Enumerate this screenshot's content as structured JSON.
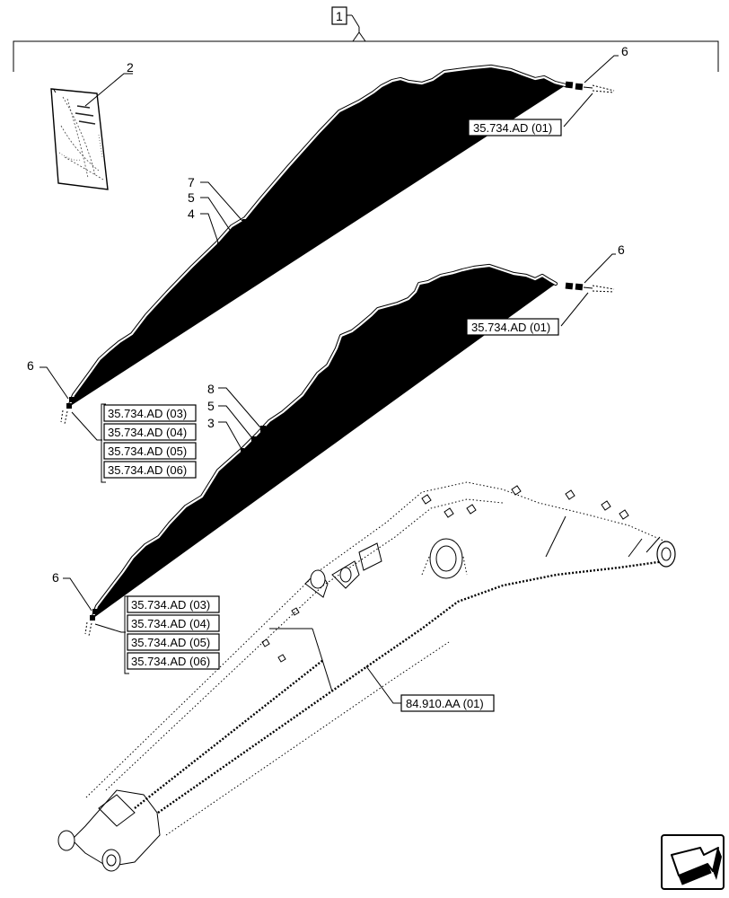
{
  "diagram": {
    "assembly_callout": "1",
    "callouts": {
      "manual": "2",
      "pipe_lower": "3",
      "pipe_upper": "4",
      "fitting_upper": "5",
      "fitting_lower": "5",
      "top_right_upper": "6",
      "top_right_lower": "6",
      "left_upper": "6",
      "left_lower": "6",
      "clamp_upper": "7",
      "clamp_lower": "8"
    },
    "refs": {
      "upper_right": "35.734.AD (01)",
      "lower_right": "35.734.AD (01)",
      "upper_left_group": [
        "35.734.AD (03)",
        "35.734.AD (04)",
        "35.734.AD (05)",
        "35.734.AD (06)"
      ],
      "lower_left_group": [
        "35.734.AD (03)",
        "35.734.AD (04)",
        "35.734.AD (05)",
        "35.734.AD (06)"
      ],
      "boom": "84.910.AA (01)"
    }
  }
}
